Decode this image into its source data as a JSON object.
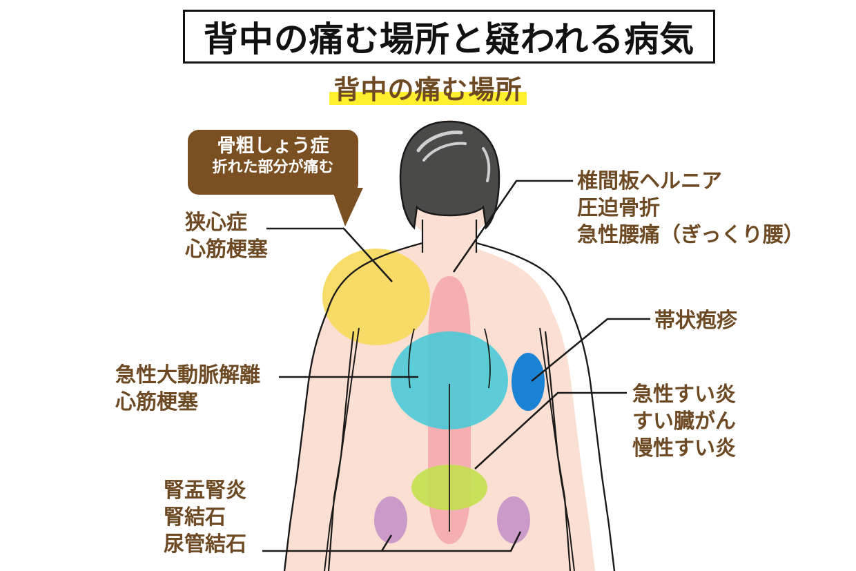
{
  "header": {
    "title": "背中の痛む場所と疑われる病気",
    "subtitle": "背中の痛む場所",
    "highlight_color": "#ffef2e",
    "title_color": "#111111",
    "subtitle_color": "#6d4a23"
  },
  "callout": {
    "name": "骨粗しょう症",
    "note": "折れた部分が痛む",
    "bg_color": "#7a4f22",
    "text_color": "#ffffff"
  },
  "labels": {
    "angina": {
      "lines": [
        "狭心症",
        "心筋梗塞"
      ],
      "region": "yellow-shoulder-zone"
    },
    "hernia": {
      "lines": [
        "椎間板ヘルニア",
        "圧迫骨折",
        "急性腰痛（ぎっくり腰）"
      ],
      "region": "pink-spine-zone"
    },
    "shingles": {
      "lines": [
        "帯状疱疹"
      ],
      "region": "blue-flank-zone"
    },
    "aorta": {
      "lines": [
        "急性大動脈解離",
        "心筋梗塞"
      ],
      "region": "cyan-mid-back-zone"
    },
    "pancreas": {
      "lines": [
        "急性すい炎",
        "すい臓がん",
        "慢性すい炎"
      ],
      "region": "green-lower-zone"
    },
    "kidney": {
      "lines": [
        "腎盂腎炎",
        "腎結石",
        "尿管結石"
      ],
      "region": "purple-kidney-zones"
    }
  },
  "figure": {
    "skin_color": "#fbdfd2",
    "hair_color": "#4a4a48",
    "outline_color": "#1a1a1a",
    "zones": [
      {
        "name": "yellow-shoulder-zone",
        "color": "#f7d95c",
        "shape": "ellipse"
      },
      {
        "name": "pink-spine-zone",
        "color": "#f4a8ab",
        "shape": "spine-strip"
      },
      {
        "name": "cyan-mid-back-zone",
        "color": "#45cbd8",
        "shape": "ellipse"
      },
      {
        "name": "blue-flank-zone",
        "color": "#1a83d4",
        "shape": "ellipse"
      },
      {
        "name": "green-lower-zone",
        "color": "#c2e04a",
        "shape": "ellipse"
      },
      {
        "name": "purple-kidney-left",
        "color": "#c49ad0",
        "shape": "ellipse"
      },
      {
        "name": "purple-kidney-right",
        "color": "#c49ad0",
        "shape": "ellipse"
      }
    ]
  }
}
